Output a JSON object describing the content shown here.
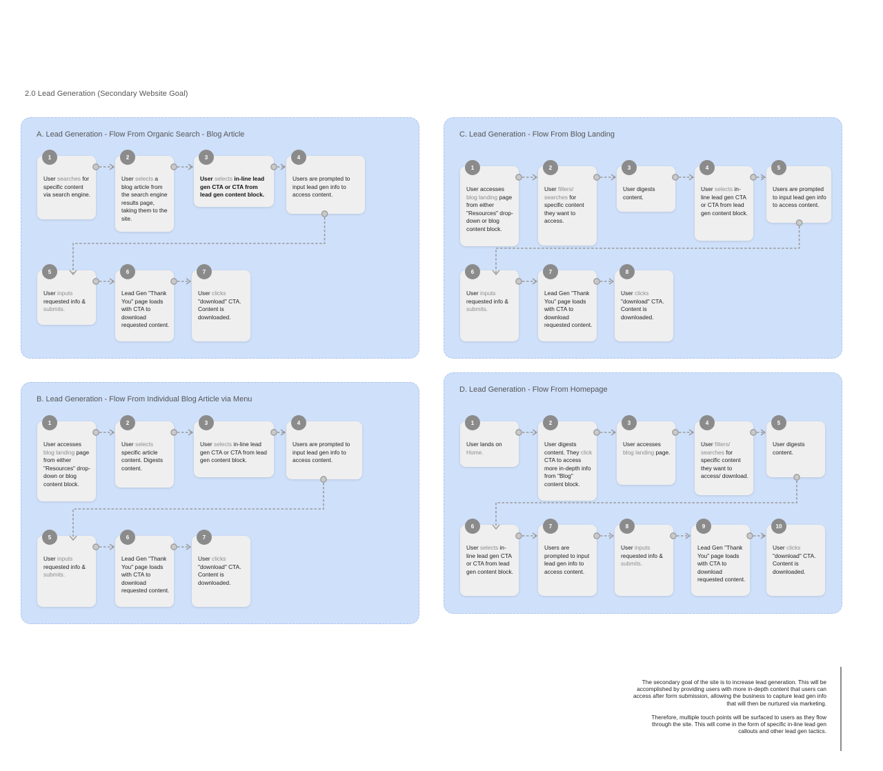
{
  "page_title": "2.0 Lead Generation (Secondary Website Goal)",
  "panels": [
    {
      "title": "A.  Lead Generation - Flow From Organic Search - Blog Article",
      "steps": [
        {
          "num": "1",
          "parts": [
            {
              "t": "User "
            },
            {
              "t": "searches",
              "s": "hl"
            },
            {
              "t": " for specific content via search engine."
            }
          ]
        },
        {
          "num": "2",
          "parts": [
            {
              "t": "User "
            },
            {
              "t": "selects",
              "s": "hl"
            },
            {
              "t": " a blog article from the search engine results page, taking them to the site."
            }
          ]
        },
        {
          "num": "3",
          "parts": [
            {
              "t": "User ",
              "s": "b"
            },
            {
              "t": "selects",
              "s": "hl"
            },
            {
              "t": " in-line lead gen CTA or CTA from lead gen content block.",
              "s": "b"
            }
          ]
        },
        {
          "num": "4",
          "parts": [
            {
              "t": "Users are prompted to input lead gen info to access content."
            }
          ]
        },
        {
          "num": "5",
          "parts": [
            {
              "t": "User "
            },
            {
              "t": "inputs",
              "s": "hl"
            },
            {
              "t": " requested info & "
            },
            {
              "t": "submits.",
              "s": "hl"
            }
          ]
        },
        {
          "num": "6",
          "parts": [
            {
              "t": "Lead Gen \"Thank You\" page loads with CTA to download requested content."
            }
          ]
        },
        {
          "num": "7",
          "parts": [
            {
              "t": "User "
            },
            {
              "t": "clicks",
              "s": "hl"
            },
            {
              "t": " \"download\" CTA. Content is downloaded."
            }
          ]
        }
      ]
    },
    {
      "title": "B.  Lead Generation - Flow From Individual Blog Article via Menu",
      "steps": [
        {
          "num": "1",
          "parts": [
            {
              "t": "User accesses "
            },
            {
              "t": "blog landing",
              "s": "hl"
            },
            {
              "t": " page from either \"Resources\" drop-down or blog content block."
            }
          ]
        },
        {
          "num": "2",
          "parts": [
            {
              "t": "User "
            },
            {
              "t": "selects",
              "s": "hl"
            },
            {
              "t": " specific article content. Digests content."
            }
          ]
        },
        {
          "num": "3",
          "parts": [
            {
              "t": "User "
            },
            {
              "t": "selects",
              "s": "hl"
            },
            {
              "t": " in-line lead gen CTA or CTA from lead gen content block."
            }
          ]
        },
        {
          "num": "4",
          "parts": [
            {
              "t": "Users are prompted to input lead gen info to access content."
            }
          ]
        },
        {
          "num": "5",
          "parts": [
            {
              "t": "User "
            },
            {
              "t": "inputs",
              "s": "hl"
            },
            {
              "t": " requested info & "
            },
            {
              "t": "submits.",
              "s": "hl"
            }
          ]
        },
        {
          "num": "6",
          "parts": [
            {
              "t": "Lead Gen \"Thank You\" page loads with CTA to download requested content."
            }
          ]
        },
        {
          "num": "7",
          "parts": [
            {
              "t": "User "
            },
            {
              "t": "clicks",
              "s": "hl"
            },
            {
              "t": " \"download\" CTA. Content is downloaded."
            }
          ]
        }
      ]
    },
    {
      "title": "C.  Lead Generation - Flow From Blog Landing",
      "steps": [
        {
          "num": "1",
          "parts": [
            {
              "t": "User accesses "
            },
            {
              "t": "blog landing",
              "s": "hl"
            },
            {
              "t": " page from either \"Resources\" drop-down or blog content block."
            }
          ]
        },
        {
          "num": "2",
          "parts": [
            {
              "t": "User "
            },
            {
              "t": "filters/ searches",
              "s": "hl"
            },
            {
              "t": " for specific content they want to access."
            }
          ]
        },
        {
          "num": "3",
          "parts": [
            {
              "t": "User digests content."
            }
          ]
        },
        {
          "num": "4",
          "parts": [
            {
              "t": "User "
            },
            {
              "t": "selects",
              "s": "hl"
            },
            {
              "t": " in-line lead gen CTA or CTA from lead gen content block."
            }
          ]
        },
        {
          "num": "5",
          "parts": [
            {
              "t": "Users are prompted to input lead gen info to access content."
            }
          ]
        },
        {
          "num": "6",
          "parts": [
            {
              "t": "User "
            },
            {
              "t": "inputs",
              "s": "hl"
            },
            {
              "t": " requested info & "
            },
            {
              "t": "submits.",
              "s": "hl"
            }
          ]
        },
        {
          "num": "7",
          "parts": [
            {
              "t": "Lead Gen \"Thank You\" page loads with CTA to download requested content."
            }
          ]
        },
        {
          "num": "8",
          "parts": [
            {
              "t": "User "
            },
            {
              "t": "clicks",
              "s": "hl"
            },
            {
              "t": " \"download\" CTA. Content is downloaded."
            }
          ]
        }
      ]
    },
    {
      "title": "D.  Lead Generation - Flow From Homepage",
      "steps": [
        {
          "num": "1",
          "parts": [
            {
              "t": "User lands on "
            },
            {
              "t": "Home.",
              "s": "hl"
            }
          ]
        },
        {
          "num": "2",
          "parts": [
            {
              "t": "User digests content. They "
            },
            {
              "t": "click",
              "s": "hl"
            },
            {
              "t": " CTA to access more in-depth info from \"Blog\" content block."
            }
          ]
        },
        {
          "num": "3",
          "parts": [
            {
              "t": "User accesses "
            },
            {
              "t": "blog landing",
              "s": "hl"
            },
            {
              "t": " page."
            }
          ]
        },
        {
          "num": "4",
          "parts": [
            {
              "t": "User "
            },
            {
              "t": "filters/ searches",
              "s": "hl"
            },
            {
              "t": " for specific content they want to access/ download."
            }
          ]
        },
        {
          "num": "5",
          "parts": [
            {
              "t": "User digests content."
            }
          ]
        },
        {
          "num": "6",
          "parts": [
            {
              "t": "User "
            },
            {
              "t": "selects",
              "s": "hl"
            },
            {
              "t": " in-line lead gen CTA or CTA from lead gen content block."
            }
          ]
        },
        {
          "num": "7",
          "parts": [
            {
              "t": "Users are prompted to input lead gen info to access content."
            }
          ]
        },
        {
          "num": "8",
          "parts": [
            {
              "t": "User "
            },
            {
              "t": "inputs",
              "s": "hl"
            },
            {
              "t": " requested info & "
            },
            {
              "t": "submits.",
              "s": "hl"
            }
          ]
        },
        {
          "num": "9",
          "parts": [
            {
              "t": "Lead Gen \"Thank You\" page loads with CTA to download requested content."
            }
          ]
        },
        {
          "num": "10",
          "parts": [
            {
              "t": "User "
            },
            {
              "t": "clicks",
              "s": "hl"
            },
            {
              "t": " \"download\" CTA. Content is downloaded."
            }
          ]
        }
      ]
    }
  ],
  "note": {
    "p1": "The secondary goal of the site is to increase lead generation. This will be accomplished by providing users with more in-depth content that users can access after form submission, allowing the business to capture lead gen info that will then be nurtured via marketing.",
    "p2": "Therefore, multiple touch points will be surfaced to users as they flow through the site. This will come in the form of specific in-line lead gen callouts and other lead gen tactics."
  }
}
